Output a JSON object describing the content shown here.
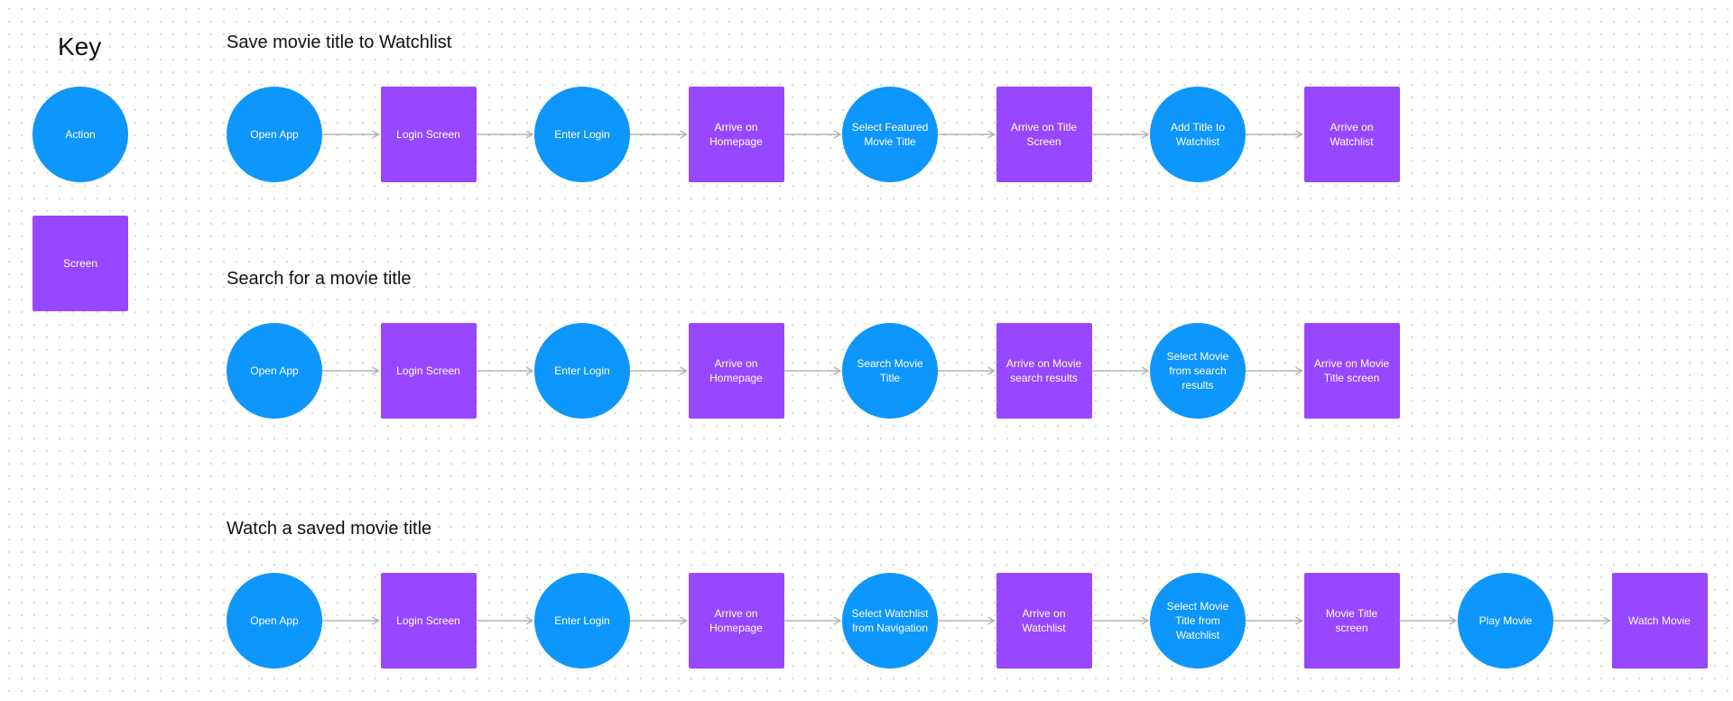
{
  "colors": {
    "action": "#0d96fb",
    "screen": "#9747ff",
    "arrow": "#b3b3b3"
  },
  "key": {
    "title": "Key",
    "action_label": "Action",
    "screen_label": "Screen"
  },
  "flows": [
    {
      "title": "Save movie title to Watchlist",
      "steps": [
        {
          "type": "action",
          "label": "Open App"
        },
        {
          "type": "screen",
          "label": "Login Screen"
        },
        {
          "type": "action",
          "label": "Enter Login"
        },
        {
          "type": "screen",
          "label": "Arrive on Homepage"
        },
        {
          "type": "action",
          "label": "Select Featured Movie Title"
        },
        {
          "type": "screen",
          "label": "Arrive on Title Screen"
        },
        {
          "type": "action",
          "label": "Add Title to Watchlist"
        },
        {
          "type": "screen",
          "label": "Arrive on Watchlist"
        }
      ]
    },
    {
      "title": "Search for a movie title",
      "steps": [
        {
          "type": "action",
          "label": "Open App"
        },
        {
          "type": "screen",
          "label": "Login Screen"
        },
        {
          "type": "action",
          "label": "Enter Login"
        },
        {
          "type": "screen",
          "label": "Arrive on Homepage"
        },
        {
          "type": "action",
          "label": "Search Movie Title"
        },
        {
          "type": "screen",
          "label": "Arrive on Movie search results"
        },
        {
          "type": "action",
          "label": "Select Movie from search results"
        },
        {
          "type": "screen",
          "label": "Arrive on Movie Title screen"
        }
      ]
    },
    {
      "title": "Watch a saved movie title",
      "steps": [
        {
          "type": "action",
          "label": "Open App"
        },
        {
          "type": "screen",
          "label": "Login Screen"
        },
        {
          "type": "action",
          "label": "Enter Login"
        },
        {
          "type": "screen",
          "label": "Arrive on Homepage"
        },
        {
          "type": "action",
          "label": "Select Watchlist from Navigation"
        },
        {
          "type": "screen",
          "label": "Arrive on Watchlist"
        },
        {
          "type": "action",
          "label": "Select Movie Title from Watchlist"
        },
        {
          "type": "screen",
          "label": "Movie Title screen"
        },
        {
          "type": "action",
          "label": "Play Movie"
        },
        {
          "type": "screen",
          "label": "Watch Movie"
        }
      ]
    }
  ]
}
